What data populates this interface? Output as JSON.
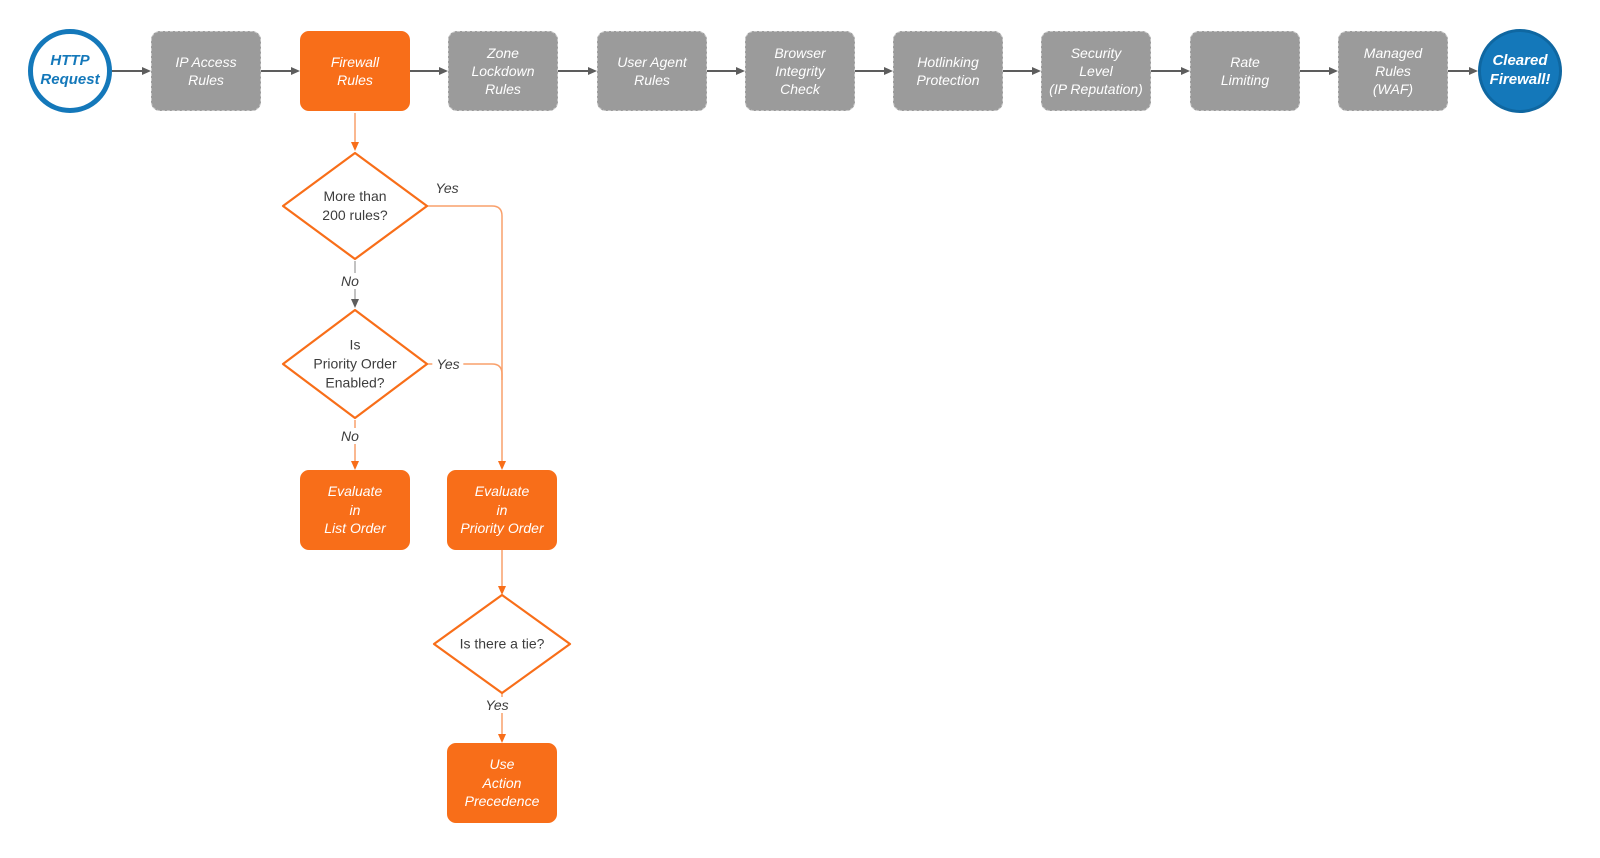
{
  "flow": {
    "start": {
      "label": "HTTP\nRequest"
    },
    "steps": [
      {
        "label": "IP Access\nRules"
      },
      {
        "label": "Firewall\nRules",
        "highlighted": true
      },
      {
        "label": "Zone\nLockdown\nRules"
      },
      {
        "label": "User Agent\nRules"
      },
      {
        "label": "Browser\nIntegrity\nCheck"
      },
      {
        "label": "Hotlinking\nProtection"
      },
      {
        "label": "Security\nLevel\n(IP Reputation)"
      },
      {
        "label": "Rate\nLimiting"
      },
      {
        "label": "Managed\nRules\n(WAF)"
      }
    ],
    "end": {
      "label": "Cleared\nFirewall!"
    },
    "decisions": [
      {
        "label": "More than\n200 rules?"
      },
      {
        "label": "Is\nPriority Order\nEnabled?"
      },
      {
        "label": "Is there a tie?"
      }
    ],
    "actions": [
      {
        "label": "Evaluate\nin\nList Order"
      },
      {
        "label": "Evaluate\nin\nPriority Order"
      },
      {
        "label": "Use\nAction\nPrecedence"
      }
    ],
    "edges": {
      "d1_yes": "Yes",
      "d1_no": "No",
      "d2_yes": "Yes",
      "d2_no": "No",
      "d3_yes": "Yes"
    }
  },
  "colors": {
    "accent_orange": "#f86e19",
    "connector_orange": "#f9a06b",
    "node_gray": "#9b9b9b",
    "arrow_gray": "#5d5d5d",
    "brand_blue": "#1478ba",
    "text_dark": "#3d3d3d",
    "background": "#ffffff"
  }
}
